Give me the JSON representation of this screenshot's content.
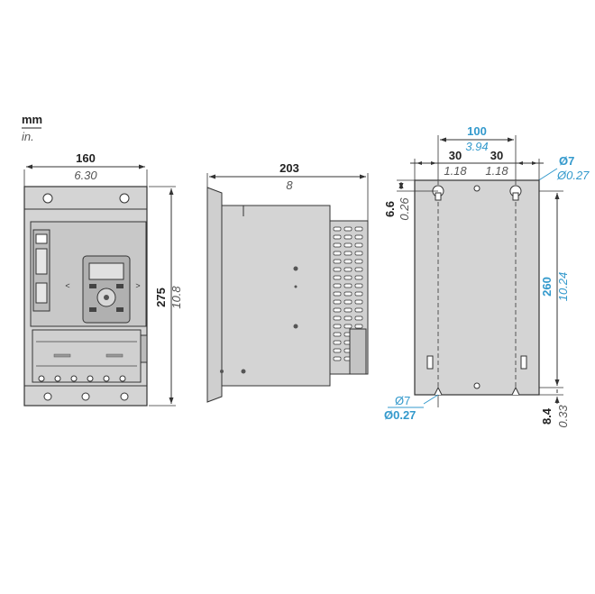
{
  "units": {
    "primary": "mm",
    "secondary": "in."
  },
  "colors": {
    "body_fill": "#d4d4d4",
    "panel_fill": "#c8c8c8",
    "line": "#333333",
    "blue_text": "#3399cc",
    "black_text": "#222222",
    "gray_text": "#555555"
  },
  "front_view": {
    "width_mm": "160",
    "width_in": "6.30",
    "height_mm": "275",
    "height_in": "10.8"
  },
  "side_view": {
    "depth_mm": "203",
    "depth_in": "8"
  },
  "mounting_view": {
    "hole_spacing_mm": "100",
    "hole_spacing_in": "3.94",
    "left_offset_mm": "30",
    "left_offset_in": "1.18",
    "right_offset_mm": "30",
    "right_offset_in": "1.18",
    "top_hole_dia_mm": "Ø7",
    "top_hole_dia_in": "Ø0.27",
    "top_margin_mm": "6.6",
    "top_margin_in": "0.26",
    "vertical_spacing_mm": "260",
    "vertical_spacing_in": "10.24",
    "bottom_hole_dia_mm": "Ø7",
    "bottom_hole_dia_in": "Ø0.27",
    "bottom_margin_mm": "8.4",
    "bottom_margin_in": "0.33"
  }
}
